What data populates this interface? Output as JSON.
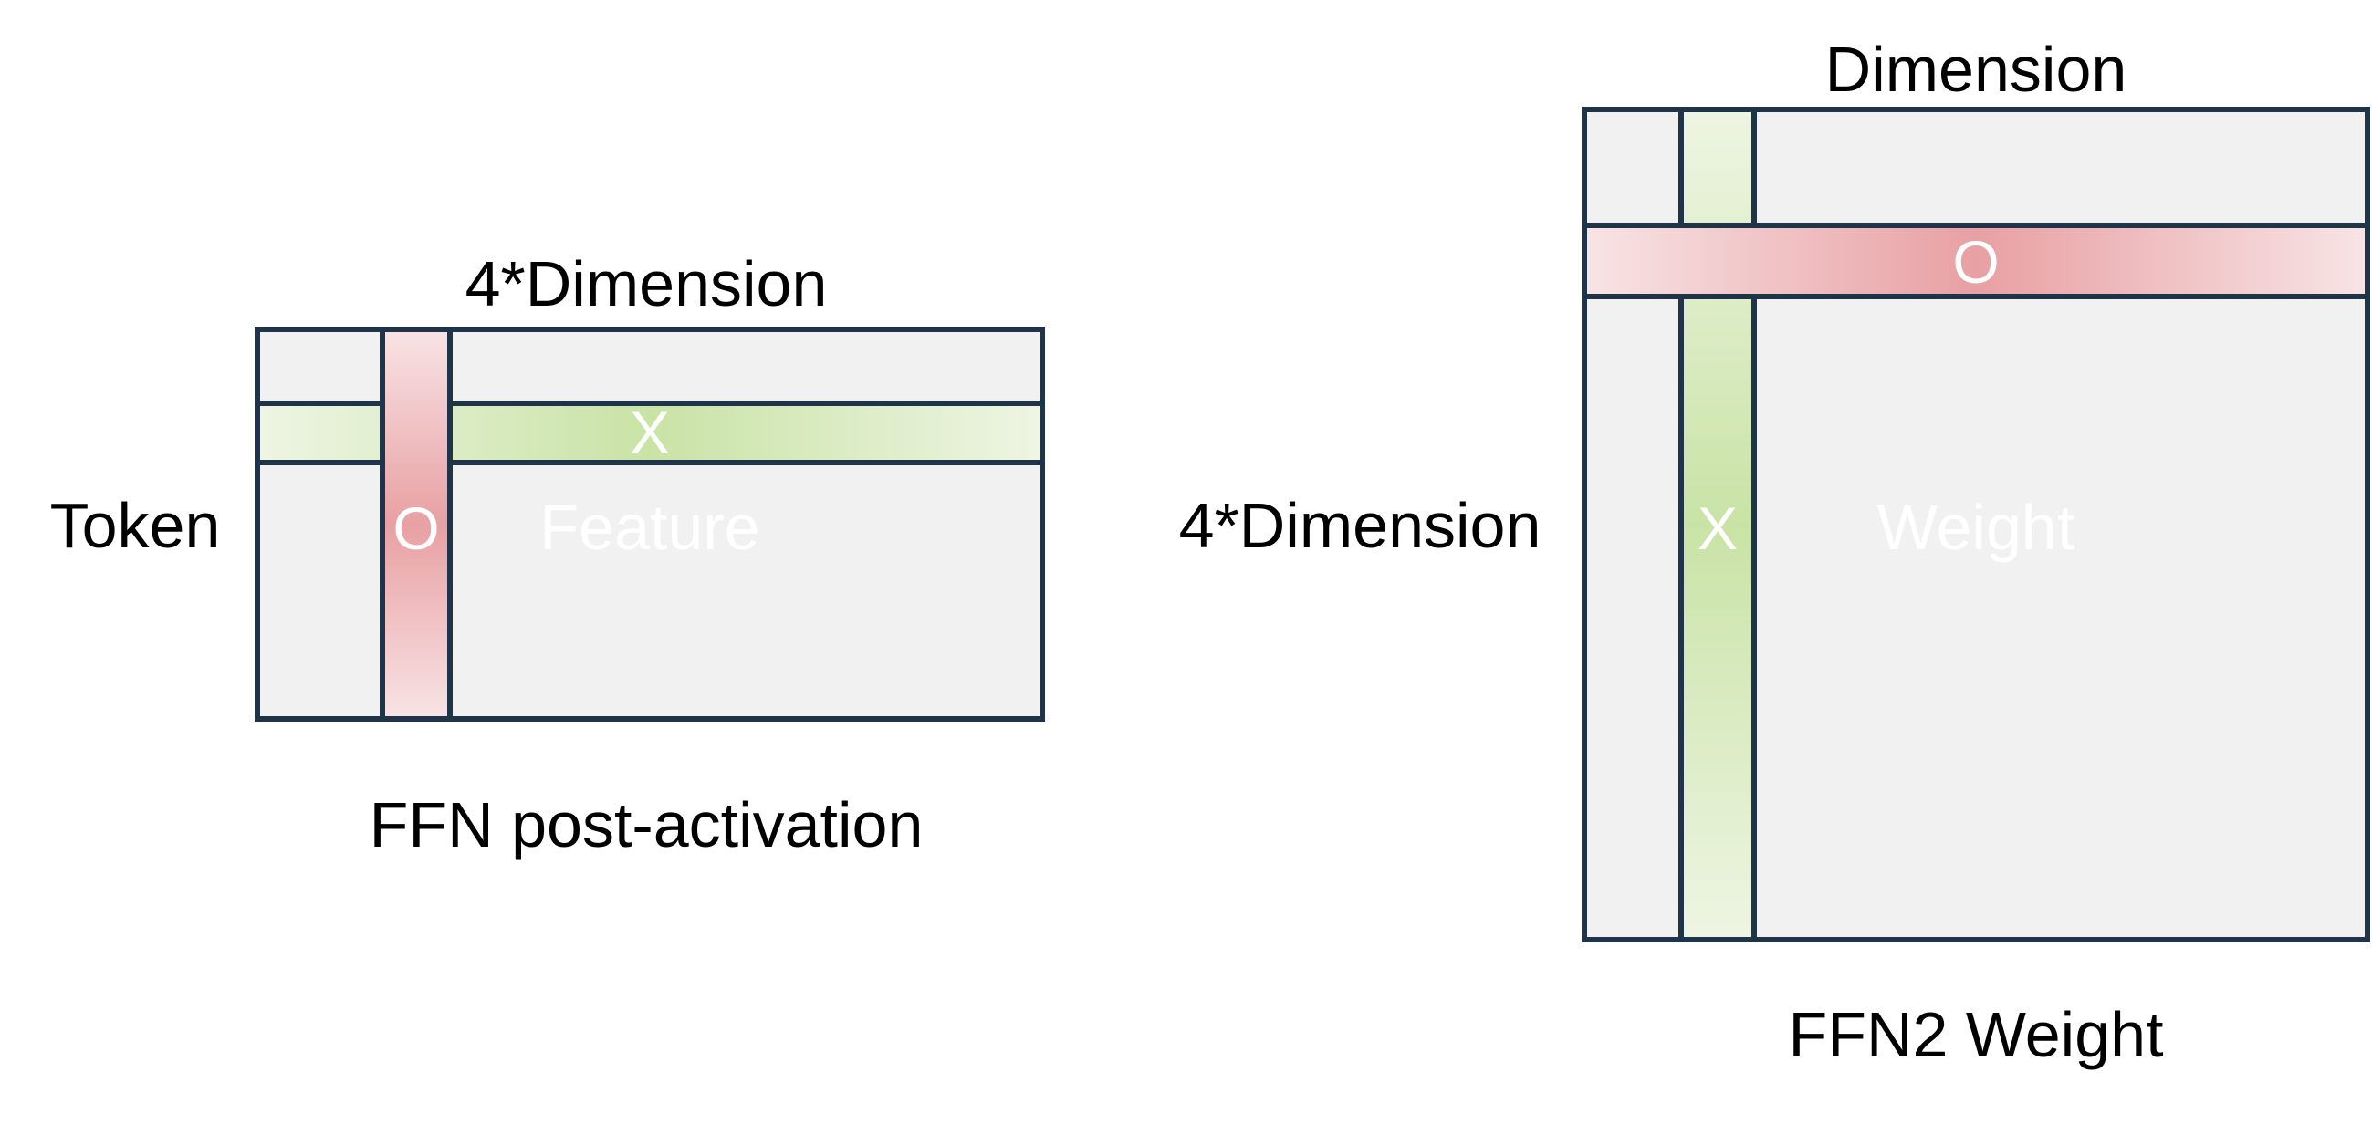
{
  "left_matrix": {
    "top_label": "4*Dimension",
    "side_label": "Token",
    "center_label": "Feature",
    "row_mark": "X",
    "column_mark": "O",
    "caption": "FFN post-activation"
  },
  "right_matrix": {
    "top_label": "Dimension",
    "side_label": "4*Dimension",
    "center_label": "Weight",
    "row_mark": "O",
    "column_mark": "X",
    "caption": "FFN2 Weight"
  },
  "colors": {
    "matrix_fill": "#f1f1f1",
    "border": "#1f3349",
    "green_strong": "#c9e3a6",
    "green_light": "#eef5e3",
    "red_strong": "#e8a0a3",
    "red_light": "#f8e4e5"
  }
}
